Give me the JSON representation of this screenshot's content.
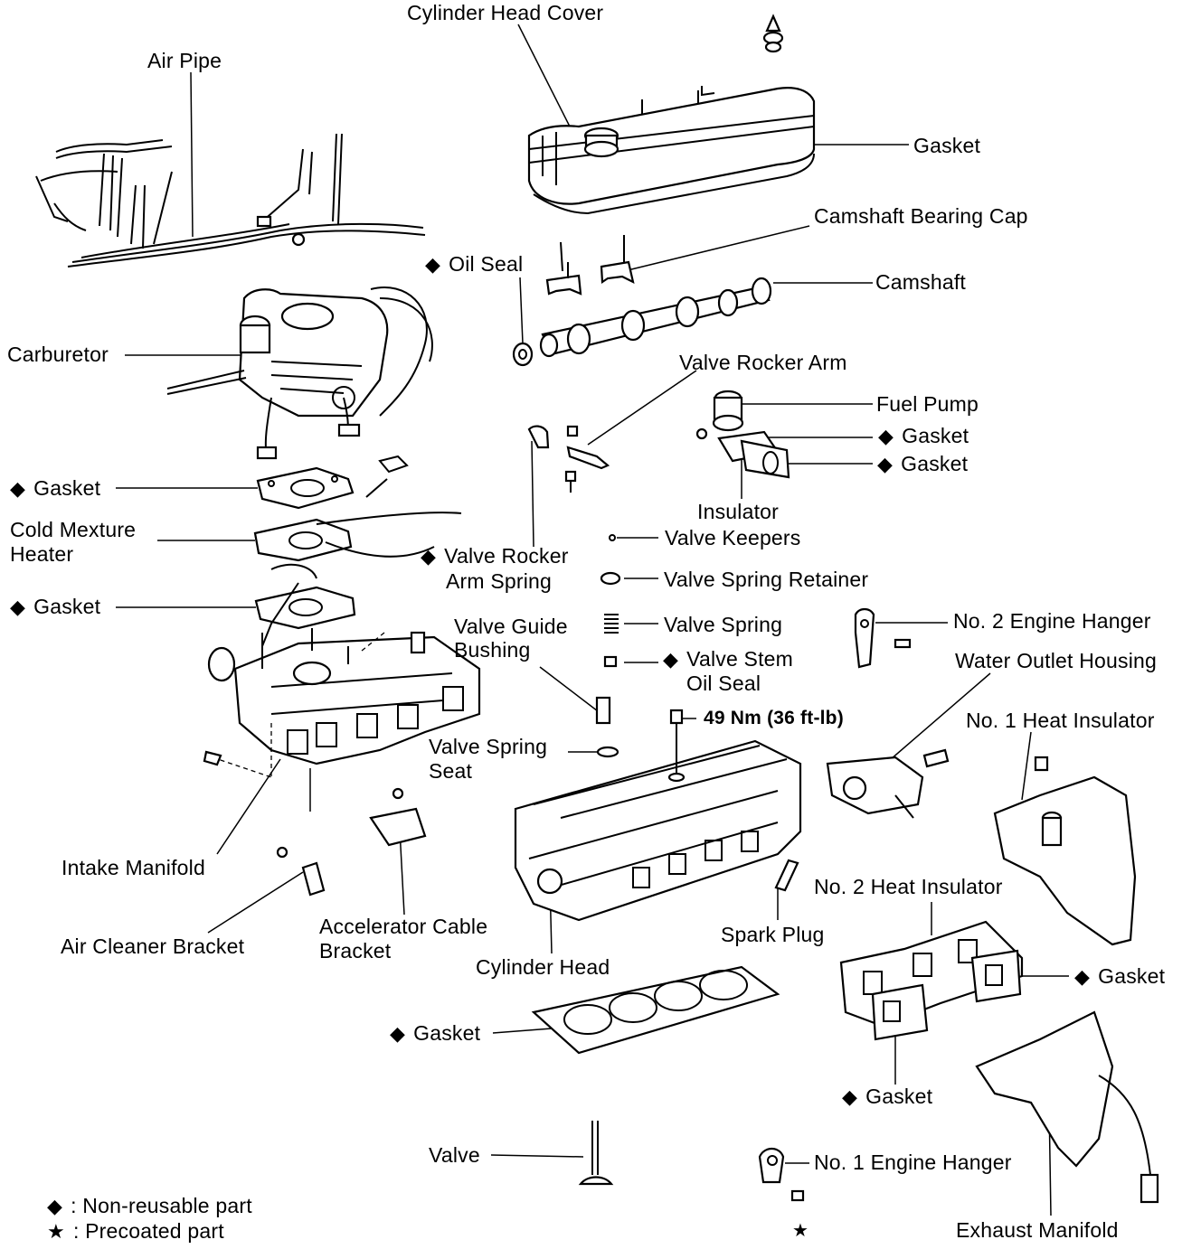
{
  "diagram": {
    "parts": {
      "cylinder_head_cover": "Cylinder Head Cover",
      "air_pipe": "Air Pipe",
      "gasket_cover": "Gasket",
      "camshaft_bearing_cap": "Camshaft Bearing Cap",
      "oil_seal": "Oil Seal",
      "camshaft": "Camshaft",
      "carburetor": "Carburetor",
      "valve_rocker_arm": "Valve Rocker Arm",
      "fuel_pump": "Fuel Pump",
      "gasket_fp1": "Gasket",
      "gasket_fp2": "Gasket",
      "insulator": "Insulator",
      "gasket_carb": "Gasket",
      "cold_mixture_heater_l1": "Cold Mexture",
      "cold_mixture_heater_l2": "Heater",
      "valve_keepers": "Valve Keepers",
      "valve_rocker_arm_spring_l1": "Valve Rocker",
      "valve_rocker_arm_spring_l2": "Arm Spring",
      "valve_spring_retainer": "Valve Spring Retainer",
      "gasket_intake": "Gasket",
      "no2_engine_hanger": "No. 2 Engine Hanger",
      "valve_guide_bushing_l1": "Valve Guide",
      "valve_guide_bushing_l2": "Bushing",
      "valve_spring": "Valve Spring",
      "valve_stem_oil_seal_l1": "Valve Stem",
      "valve_stem_oil_seal_l2": "Oil Seal",
      "water_outlet_housing": "Water Outlet Housing",
      "torque_spec": "49 Nm (36 ft-lb)",
      "no1_heat_insulator": "No. 1 Heat Insulator",
      "valve_spring_seat_l1": "Valve Spring",
      "valve_spring_seat_l2": "Seat",
      "intake_manifold": "Intake Manifold",
      "no2_heat_insulator": "No. 2 Heat Insulator",
      "spark_plug": "Spark Plug",
      "air_cleaner_bracket": "Air Cleaner Bracket",
      "accelerator_cable_bracket_l1": "Accelerator Cable",
      "accelerator_cable_bracket_l2": "Bracket",
      "cylinder_head": "Cylinder Head",
      "gasket_exhaust": "Gasket",
      "gasket_head": "Gasket",
      "gasket_insulator": "Gasket",
      "valve": "Valve",
      "no1_engine_hanger": "No. 1 Engine Hanger",
      "exhaust_manifold": "Exhaust Manifold"
    },
    "legend": {
      "non_reusable_symbol": "◆",
      "non_reusable_text": ": Non-reusable part",
      "precoated_symbol": "★",
      "precoated_text": ": Precoated part"
    },
    "marks": {
      "diamond": "◆",
      "star": "★"
    }
  }
}
